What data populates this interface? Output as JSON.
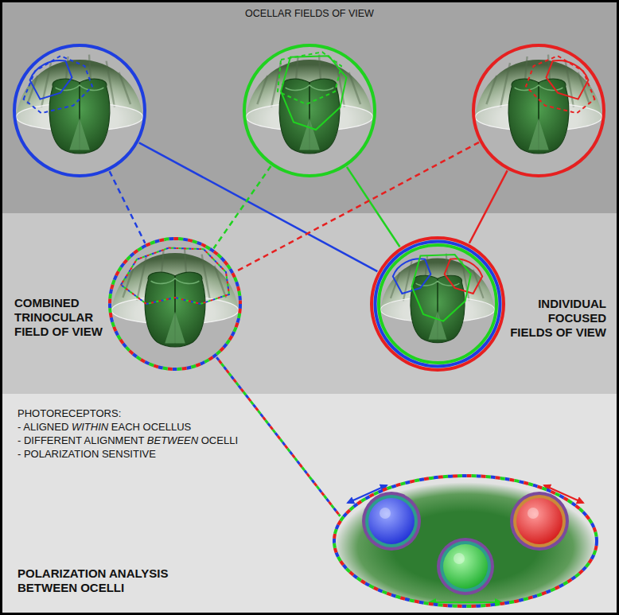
{
  "diagram": {
    "nodes": [
      {
        "text": [
          "OCELLAR FIELDS OF VIEW"
        ]
      },
      {
        "text": [],
        "in": 0
      },
      {
        "text": [],
        "in": 0
      },
      {
        "text": [],
        "in": 0
      },
      {
        "text": [
          "COMBINED TRINOCULAR FIELD OF VIEW"
        ]
      },
      {
        "text": [
          "INDIVIDUAL FOCUSED FIELDS OF VIEW"
        ]
      },
      {
        "text": [
          "PHOTORECEPTORS:",
          "- ALIGNED WITHIN EACH OCELLUS",
          "- DIFFERENT ALIGNMENT BETWEEN OCELLI",
          "- POLARIZATION SENSITIVE",
          "POLARIZATION ANALYSIS BETWEEN OCELLI"
        ]
      },
      {
        "text": [],
        "in": 6
      }
    ],
    "edges": [
      {
        "from": 1,
        "to": 4,
        "arrow": "none"
      },
      {
        "from": 1,
        "to": 5,
        "arrow": "none"
      },
      {
        "from": 2,
        "to": 4,
        "arrow": "none"
      },
      {
        "from": 2,
        "to": 5,
        "arrow": "none"
      },
      {
        "from": 3,
        "to": 4,
        "arrow": "none"
      },
      {
        "from": 3,
        "to": 5,
        "arrow": "none"
      },
      {
        "from": 4,
        "to": 7,
        "arrow": "none"
      }
    ]
  }
}
